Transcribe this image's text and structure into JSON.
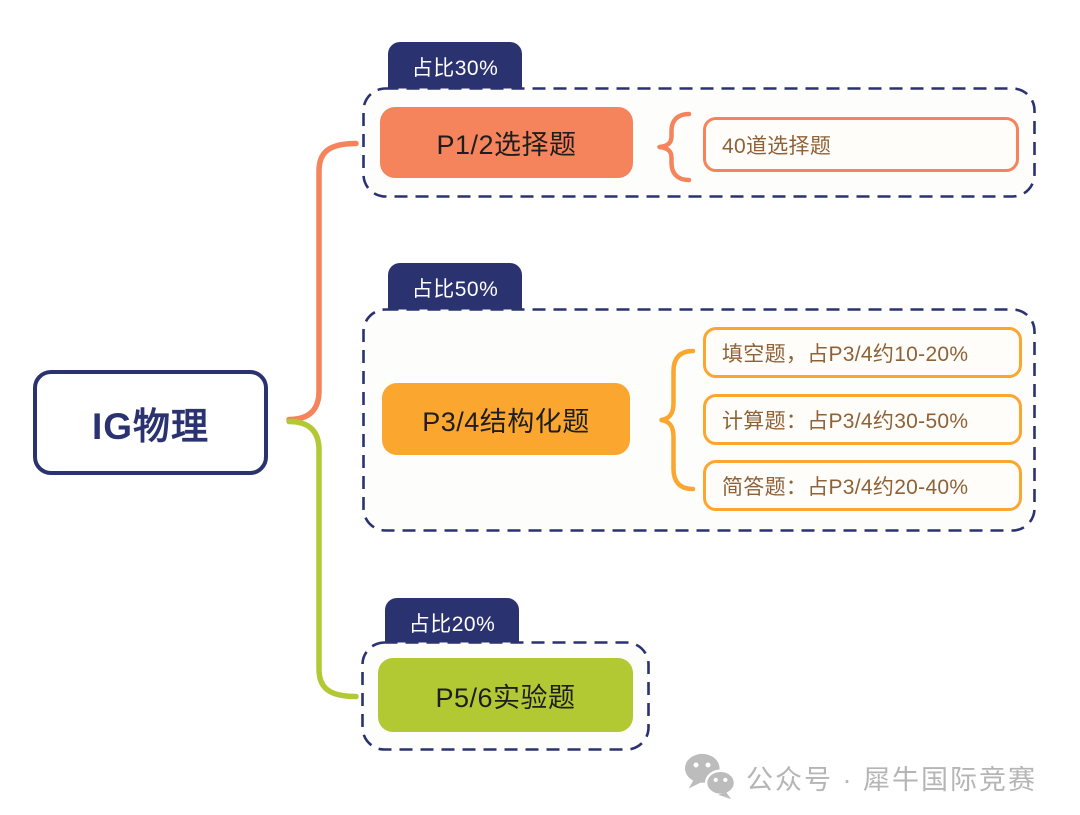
{
  "root": {
    "label": "IG物理"
  },
  "branches": [
    {
      "badge": "占比30%",
      "label": "P1/2选择题",
      "children": [
        "40道选择题"
      ]
    },
    {
      "badge": "占比50%",
      "label": "P3/4结构化题",
      "children": [
        "填空题，占P3/4约10-20%",
        "计算题：占P3/4约30-50%",
        "简答题：占P3/4约20-40%"
      ]
    },
    {
      "badge": "占比20%",
      "label": "P5/6实验题",
      "children": []
    }
  ],
  "watermark": {
    "icon": "wechat-icon",
    "label": "公众号 · 犀牛国际竞赛"
  },
  "colors": {
    "navy": "#2b3270",
    "orange": "#f5845c",
    "yellow": "#faa62f",
    "green": "#b2c933",
    "child_text_brown": "#8f6137",
    "group_fill": "#fdfdfb",
    "watermark_gray": "#b5b5b5"
  }
}
